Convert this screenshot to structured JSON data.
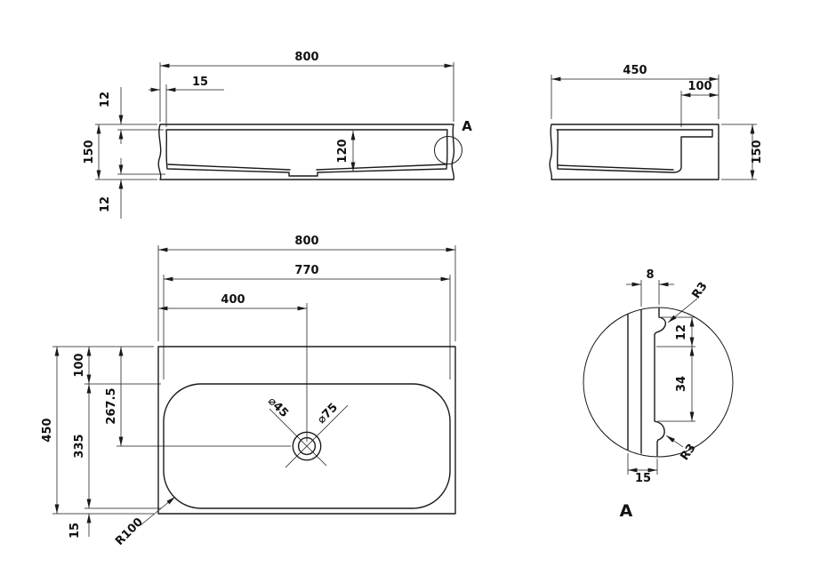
{
  "drawing": {
    "front_view": {
      "overall_width": "800",
      "wall_thickness": "15",
      "rim_height": "12",
      "height": "150",
      "base_thickness": "12",
      "inner_depth": "120",
      "detail_marker": "A"
    },
    "side_view": {
      "overall_depth": "450",
      "ledge_width": "100",
      "height": "150"
    },
    "plan_view": {
      "overall_width": "800",
      "rim_width": "770",
      "drain_from_left": "400",
      "ledge_depth": "100",
      "drain_from_back": "267.5",
      "overall_depth": "450",
      "basin_depth": "335",
      "front_gap": "15",
      "corner_radius": "R100",
      "drain_diameter": "⌀45",
      "drain_outer_diameter": "⌀75"
    },
    "detail_view": {
      "rim_top_width": "8",
      "fillet_top": "R3",
      "upper_height": "12",
      "lower_height": "34",
      "fillet_bottom": "R3",
      "rim_bottom_width": "15",
      "label": "A"
    }
  },
  "colors": {
    "line": "#1a1a1a",
    "background": "#ffffff"
  }
}
